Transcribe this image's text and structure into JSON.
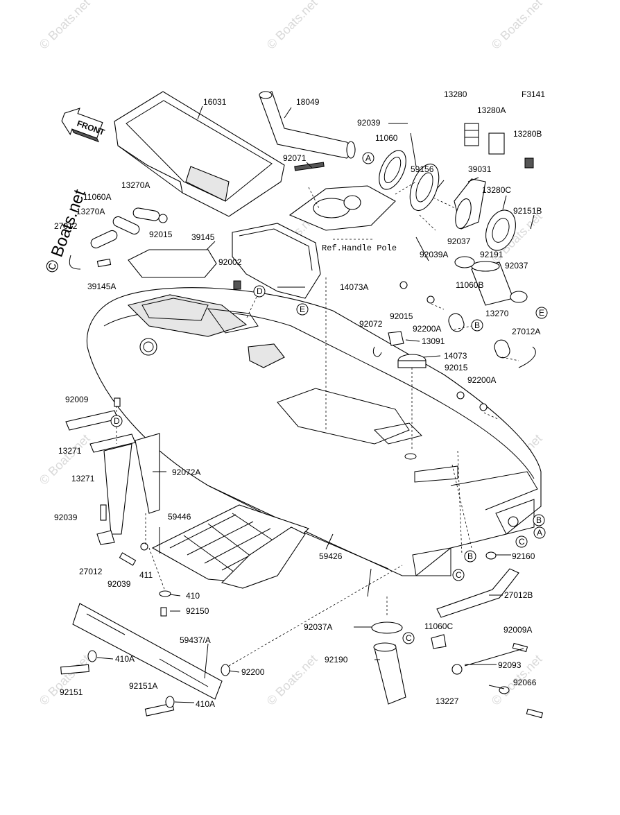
{
  "figure_code": "F3141",
  "front_label": "FRONT",
  "reference_note": "Ref.Handle Pole",
  "watermark": "© Boats.net",
  "part_labels": {
    "p16031": "16031",
    "p18049": "18049",
    "p92039": "92039",
    "p11060": "11060",
    "p13280": "13280",
    "p13280A": "13280A",
    "p13280B": "13280B",
    "p92071": "92071",
    "p59156": "59156",
    "p39031": "39031",
    "p13280C": "13280C",
    "p92151B": "92151B",
    "p13270A_1": "13270A",
    "p11060A": "11060A",
    "p13270A_2": "13270A",
    "p27012": "27012",
    "p92015_1": "92015",
    "p39145": "39145",
    "p92002": "92002",
    "p39145A": "39145A",
    "p92037_1": "92037",
    "p92039A": "92039A",
    "p92191": "92191",
    "p92037_2": "92037",
    "p14073A": "14073A",
    "p92015_2": "92015",
    "p11060B": "11060B",
    "p92072": "92072",
    "p92200A_1": "92200A",
    "p13091": "13091",
    "p13270": "13270",
    "p27012A": "27012A",
    "p14073": "14073",
    "p92015_3": "92015",
    "p92200A_2": "92200A",
    "p92009": "92009",
    "p13271_1": "13271",
    "p13271_2": "13271",
    "p92072A": "92072A",
    "p92039_2": "92039",
    "p59446": "59446",
    "p27012_2": "27012",
    "p92039_3": "92039",
    "p411": "411",
    "p59426": "59426",
    "p410": "410",
    "p92160": "92160",
    "p92150": "92150",
    "p27012B": "27012B",
    "p92037A": "92037A",
    "p11060C": "11060C",
    "p92009A": "92009A",
    "p59437": "59437/A",
    "p410A_1": "410A",
    "p92190": "92190",
    "p92093": "92093",
    "p92200": "92200",
    "p92151": "92151",
    "p92151A": "92151A",
    "p410A_2": "410A",
    "p13227": "13227",
    "p92066": "92066"
  },
  "callouts": {
    "A1": "A",
    "A2": "A",
    "B1": "B",
    "B2": "B",
    "B3": "B",
    "C1": "C",
    "C2": "C",
    "C3": "C",
    "D1": "D",
    "D2": "D",
    "E1": "E",
    "E2": "E"
  }
}
